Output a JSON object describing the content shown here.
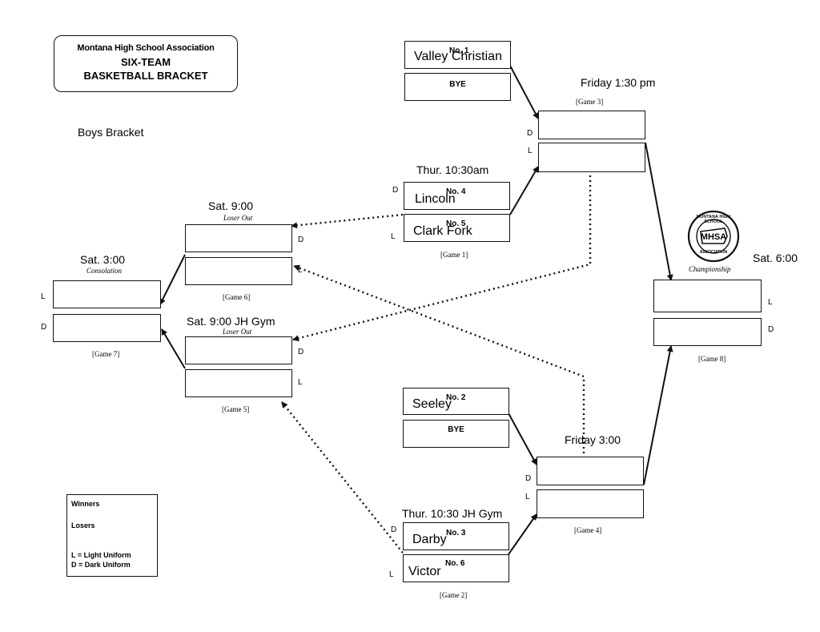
{
  "title": {
    "line1": "Montana High School Association",
    "line2": "SIX-TEAM",
    "line3": "BASKETBALL BRACKET"
  },
  "bracket_name": "Boys Bracket",
  "uniform_letters": {
    "light": "L",
    "dark": "D"
  },
  "games": {
    "g1": {
      "label": "[Game 1]",
      "time": "Thur. 10:30am"
    },
    "g2": {
      "label": "[Game 2]",
      "time": "Thur. 10:30 JH Gym"
    },
    "g3": {
      "label": "[Game 3]",
      "time": "Friday 1:30 pm"
    },
    "g4": {
      "label": "[Game 4]",
      "time": "Friday 3:00"
    },
    "g5": {
      "label": "[Game 5]",
      "time": "Sat. 9:00 JH Gym",
      "note": "Loser Out"
    },
    "g6": {
      "label": "[Game 6]",
      "time": "Sat. 9:00",
      "note": "Loser Out"
    },
    "g7": {
      "label": "[Game 7]",
      "time": "Sat. 3:00",
      "note": "Consolation"
    },
    "g8": {
      "label": "[Game 8]",
      "time": "Sat. 6:00",
      "note": "Championship"
    }
  },
  "seeds": {
    "s1": {
      "seed": "No. 1",
      "team": "Valley Christian"
    },
    "s2": {
      "seed": "No. 2",
      "team": "Seeley"
    },
    "s3": {
      "seed": "No. 3",
      "team": "Darby"
    },
    "s4": {
      "seed": "No. 4",
      "team": "Lincoln"
    },
    "s5": {
      "seed": "No. 5",
      "team": "Clark Fork"
    },
    "s6": {
      "seed": "No. 6",
      "team": "Victor"
    }
  },
  "bye_label": "BYE",
  "legend": {
    "winners": "Winners",
    "losers": "Losers",
    "light": "L = Light Uniform",
    "dark": "D = Dark Uniform"
  },
  "logo": {
    "top_text": "MONTANA HIGH SCHOOL",
    "center_text": "MHSA",
    "bottom_text": "ASSOCIATION"
  }
}
